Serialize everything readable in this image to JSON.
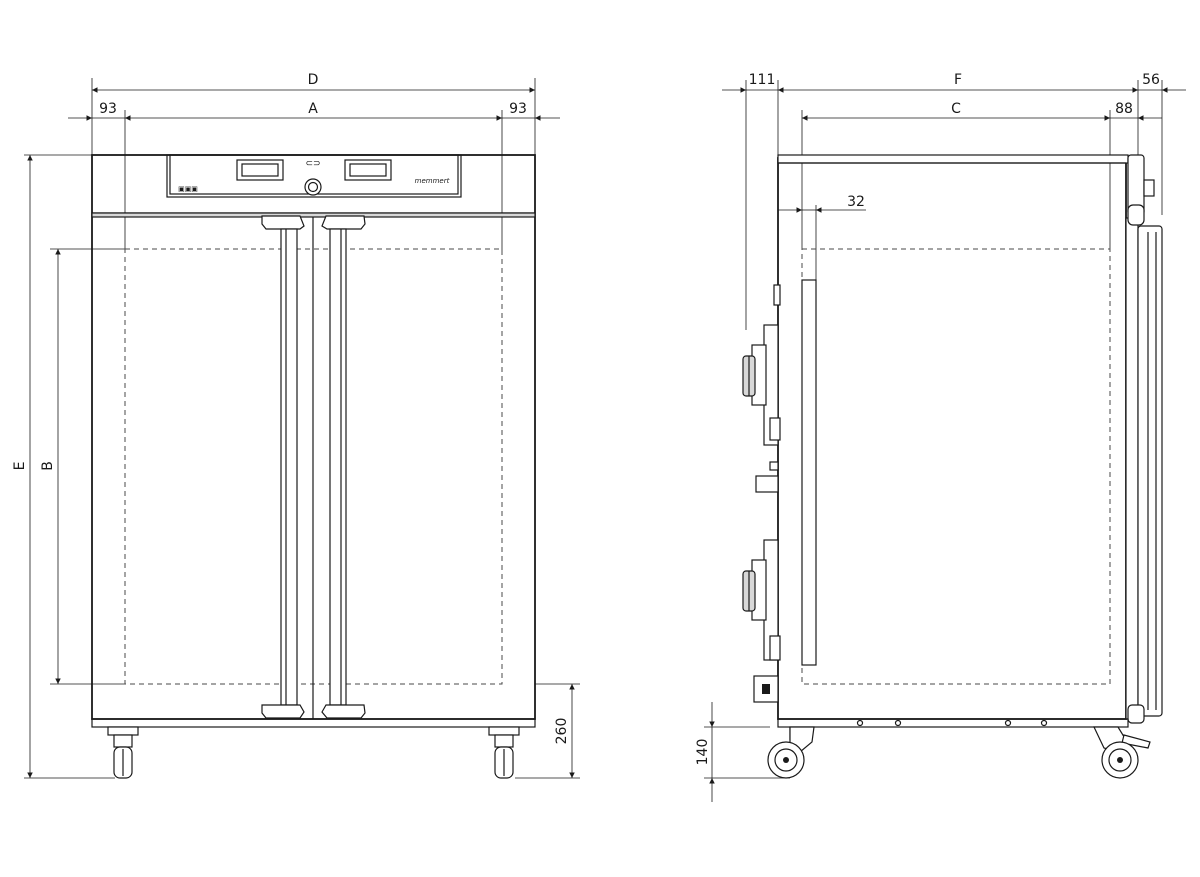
{
  "front_view": {
    "dims": {
      "D": "D",
      "A": "A",
      "left_margin": "93",
      "right_margin": "93",
      "E": "E",
      "B": "B",
      "base_height": "260"
    },
    "logo_text": "memmert",
    "panel_icon_text": "⊂⊃",
    "panel_mini_text": "▣▣▣"
  },
  "side_view": {
    "dims": {
      "rear_depth": "111",
      "F": "F",
      "front_depth": "56",
      "C": "C",
      "door_offset": "88",
      "wall_offset": "32",
      "foot_height": "140"
    }
  },
  "colors": {
    "line": "#1a1a1a",
    "dashed": "#4a4a4a",
    "fill": "#d8d8d8",
    "background": "#ffffff"
  }
}
